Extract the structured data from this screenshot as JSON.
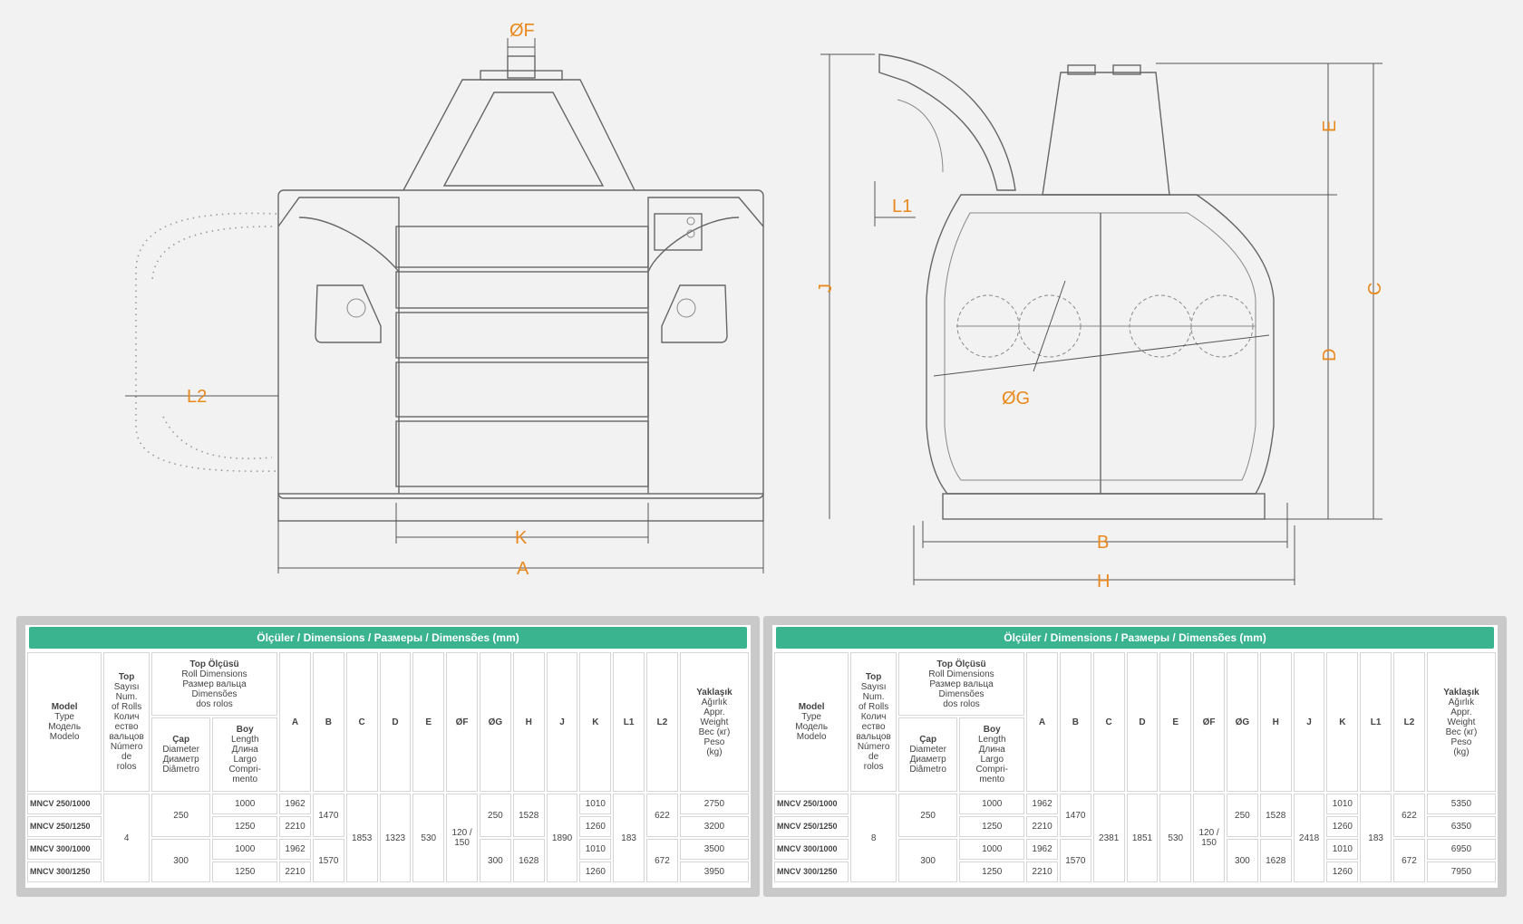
{
  "drawing_labels": {
    "front": {
      "F": "ØF",
      "L2": "L2",
      "K": "K",
      "A": "A"
    },
    "side": {
      "L1": "L1",
      "J": "J",
      "E": "E",
      "C": "C",
      "D": "D",
      "G": "ØG",
      "B": "B",
      "H": "H"
    }
  },
  "colors": {
    "accent": "#3ab38f",
    "dimension_label": "#e8891d"
  },
  "tables": [
    {
      "title": "Ölçüler / Dimensions / Размеры / Dimensões (mm)",
      "headers": {
        "model": [
          "Model",
          "Type",
          "Модель",
          "Modelo"
        ],
        "rolls": [
          "Top",
          "Sayısı",
          "Num.",
          "of Rolls",
          "Колич",
          "ество",
          "вальцов",
          "Número",
          "de",
          "rolos"
        ],
        "roll_dim": [
          "Top Ölçüsü",
          "Roll Dimensions",
          "Размер вальца",
          "Dimensões",
          "dos rolos"
        ],
        "diameter": [
          "Çap",
          "Diameter",
          "Диаметр",
          "Diâmetro"
        ],
        "length": [
          "Boy",
          "Length",
          "Длина",
          "Largo",
          "Compri-",
          "mento"
        ],
        "cols": [
          "A",
          "B",
          "C",
          "D",
          "E",
          "ØF",
          "ØG",
          "H",
          "J",
          "K",
          "L1",
          "L2"
        ],
        "weight": [
          "Yaklaşık",
          "Ağırlık",
          "Appr.",
          "Weight",
          "Вес (кг)",
          "Peso",
          "(kg)"
        ]
      },
      "models": [
        "MNCV 250/1000",
        "MNCV 250/1250",
        "MNCV 300/1000",
        "MNCV 300/1250"
      ],
      "rolls": "4",
      "diameters": [
        "250",
        "300"
      ],
      "lengths": [
        "1000",
        "1250",
        "1000",
        "1250"
      ],
      "A": [
        "1962",
        "2210",
        "1962",
        "2210"
      ],
      "B": [
        "1470",
        "1570"
      ],
      "C": "1853",
      "D": "1323",
      "E": "530",
      "F": "120 / 150",
      "G": [
        "250",
        "300"
      ],
      "H": [
        "1528",
        "1628"
      ],
      "J": "1890",
      "K": [
        "1010",
        "1260",
        "1010",
        "1260"
      ],
      "L1": "183",
      "L2": [
        "622",
        "672"
      ],
      "weights": [
        "2750",
        "3200",
        "3500",
        "3950"
      ]
    },
    {
      "title": "Ölçüler / Dimensions / Размеры / Dimensões (mm)",
      "headers": {
        "model": [
          "Model",
          "Type",
          "Модель",
          "Modelo"
        ],
        "rolls": [
          "Top",
          "Sayısı",
          "Num.",
          "of Rolls",
          "Колич",
          "ество",
          "вальцов",
          "Número",
          "de",
          "rolos"
        ],
        "roll_dim": [
          "Top Ölçüsü",
          "Roll Dimensions",
          "Размер вальца",
          "Dimensões",
          "dos rolos"
        ],
        "diameter": [
          "Çap",
          "Diameter",
          "Диаметр",
          "Diâmetro"
        ],
        "length": [
          "Boy",
          "Length",
          "Длина",
          "Largo",
          "Compri-",
          "mento"
        ],
        "cols": [
          "A",
          "B",
          "C",
          "D",
          "E",
          "ØF",
          "ØG",
          "H",
          "J",
          "K",
          "L1",
          "L2"
        ],
        "weight": [
          "Yaklaşık",
          "Ağırlık",
          "Appr.",
          "Weight",
          "Вес (кг)",
          "Peso",
          "(kg)"
        ]
      },
      "models": [
        "MNCV 250/1000",
        "MNCV 250/1250",
        "MNCV 300/1000",
        "MNCV 300/1250"
      ],
      "rolls": "8",
      "diameters": [
        "250",
        "300"
      ],
      "lengths": [
        "1000",
        "1250",
        "1000",
        "1250"
      ],
      "A": [
        "1962",
        "2210",
        "1962",
        "2210"
      ],
      "B": [
        "1470",
        "1570"
      ],
      "C": "2381",
      "D": "1851",
      "E": "530",
      "F": "120 / 150",
      "G": [
        "250",
        "300"
      ],
      "H": [
        "1528",
        "1628"
      ],
      "J": "2418",
      "K": [
        "1010",
        "1260",
        "1010",
        "1260"
      ],
      "L1": "183",
      "L2": [
        "622",
        "672"
      ],
      "weights": [
        "5350",
        "6350",
        "6950",
        "7950"
      ]
    }
  ]
}
